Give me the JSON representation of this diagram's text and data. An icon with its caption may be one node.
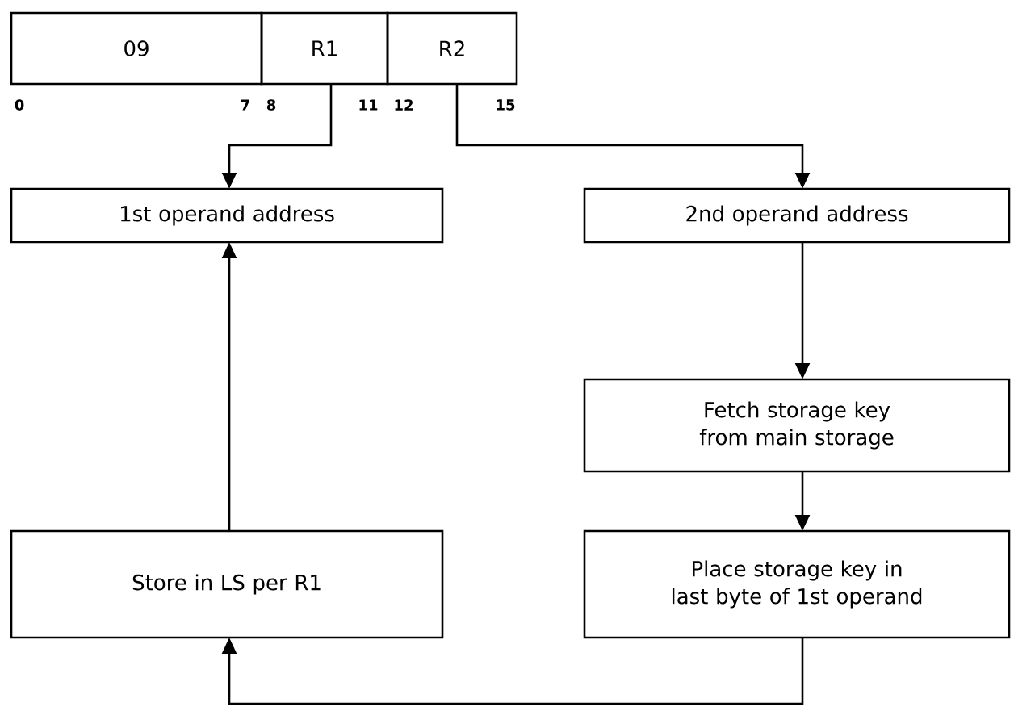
{
  "diagram": {
    "nodes": [
      {
        "text": [
          "09"
        ]
      },
      {
        "text": [
          "R1"
        ]
      },
      {
        "text": [
          "R2"
        ]
      },
      {
        "text": [
          "1st operand address"
        ]
      },
      {
        "text": [
          "2nd operand address"
        ]
      },
      {
        "text": [
          "Fetch storage key from main storage"
        ]
      },
      {
        "text": [
          "Place storage key in last byte of 1st operand"
        ]
      },
      {
        "text": [
          "Store in LS per R1"
        ]
      }
    ],
    "edges": [
      {
        "from": 1,
        "to": 3,
        "arrow": "to"
      },
      {
        "from": 2,
        "to": 4,
        "arrow": "to"
      },
      {
        "from": 4,
        "to": 5,
        "arrow": "to"
      },
      {
        "from": 5,
        "to": 6,
        "arrow": "to"
      },
      {
        "from": 6,
        "to": 7,
        "arrow": "to"
      },
      {
        "from": 7,
        "to": 3,
        "arrow": "to"
      }
    ],
    "labels": [
      "0",
      "7",
      "8",
      "11",
      "12",
      "15"
    ]
  }
}
